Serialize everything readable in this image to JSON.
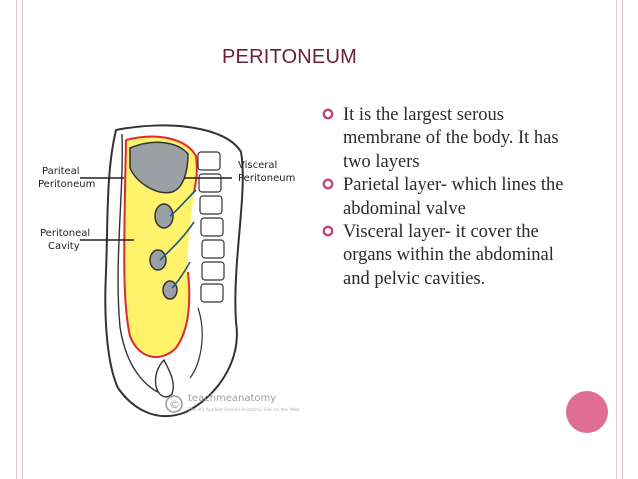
{
  "slide": {
    "title": "Peritoneum",
    "bullets": [
      {
        "text": "It is the largest serous membrane of the body. It has two layers"
      },
      {
        "text": "Parietal layer- which lines the abdominal valve"
      },
      {
        "text": "Visceral layer- it cover the organs within the abdominal and pelvic cavities."
      }
    ]
  },
  "diagram": {
    "labels": {
      "pariteal": [
        "Pariteal",
        "Peritoneum"
      ],
      "visceral": [
        "Visceral",
        "Peritoneum"
      ],
      "cavity": [
        "Peritoneal",
        "Cavity"
      ]
    },
    "watermark": {
      "brand": "teachmeanatomy",
      "tagline": "The #1 Applied Human Anatomy Site on the Web.",
      "symbol": "©"
    }
  },
  "colors": {
    "title": "#6b1f3a",
    "accent": "#e06d93",
    "bullet": "#c0487a",
    "frame": "#e8c7cf",
    "cavity_fill": "#fff36b",
    "parietal_line": "#e2292e",
    "organ_fill": "#9aa0a4"
  },
  "icons": {
    "bullet": "open-circle-bullet-icon"
  }
}
